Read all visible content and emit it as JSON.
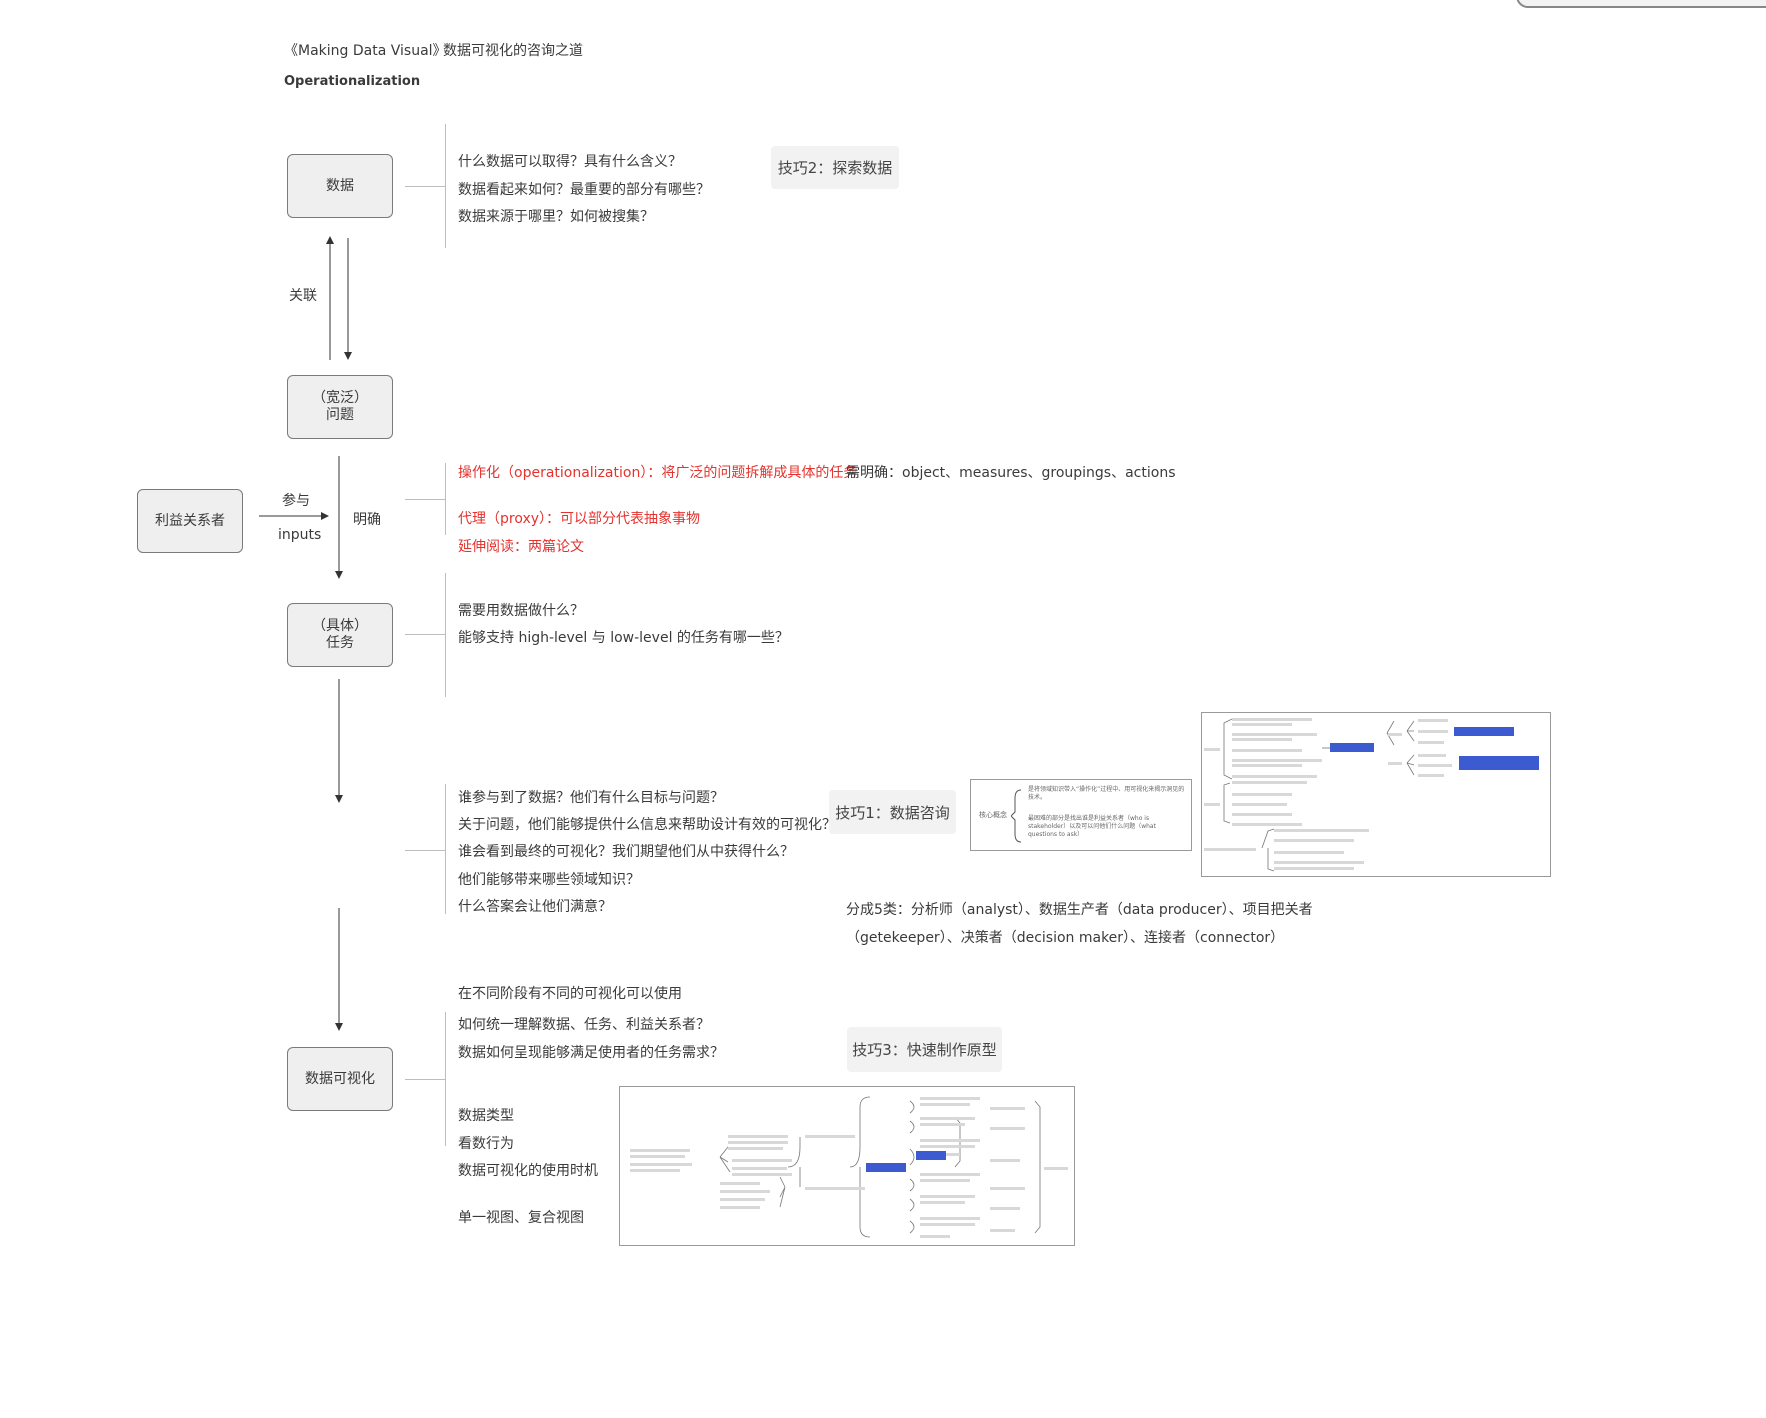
{
  "header": {
    "book_title": "《Making Data Visual》",
    "book_subtitle": "数据可视化的咨询之道",
    "section": "Operationalization"
  },
  "nodes": {
    "data": "数据",
    "broad_question_line1": "（宽泛）",
    "broad_question_line2": "问题",
    "stakeholder": "利益关系者",
    "concrete_task_line1": "（具体）",
    "concrete_task_line2": "任务",
    "visualization": "数据可视化"
  },
  "edge_labels": {
    "relate": "关联",
    "participate": "参与",
    "inputs": "inputs",
    "clarify": "明确"
  },
  "data_questions": [
    "什么数据可以取得？具有什么含义？",
    "数据看起来如何？最重要的部分有哪些？",
    "数据来源于哪里？如何被搜集？"
  ],
  "operationalization": {
    "definition": "操作化（operationalization）：将广泛的问题拆解成具体的任务",
    "needs": "需明确：object、measures、groupings、actions",
    "proxy": "代理（proxy）：可以部分代表抽象事物",
    "reading": "延伸阅读：两篇论文"
  },
  "task_questions": [
    "需要用数据做什么？",
    "能够支持 high-level 与 low-level 的任务有哪一些？"
  ],
  "stakeholder_questions": [
    "谁参与到了数据？他们有什么目标与问题？",
    "关于问题，他们能够提供什么信息来帮助设计有效的可视化？",
    "谁会看到最终的可视化？我们期望他们从中获得什么？",
    "他们能够带来哪些领域知识？",
    "什么答案会让他们满意？"
  ],
  "roles": {
    "line1": "分成5类：分析师（analyst）、数据生产者（data producer）、项目把关者",
    "line2": "（getekeeper）、决策者（decision maker）、连接者（connector）"
  },
  "vis_questions": [
    "在不同阶段有不同的可视化可以使用",
    "如何统一理解数据、任务、利益关系者？",
    "数据如何呈现能够满足使用者的任务需求？"
  ],
  "vis_topics": [
    "数据类型",
    "看数行为",
    "数据可视化的使用时机"
  ],
  "vis_views": "单一视图、复合视图",
  "tips": {
    "tip2": "技巧2：探索数据",
    "tip1": "技巧1：数据咨询",
    "tip3": "技巧3：快速制作原型"
  },
  "core_concept": {
    "label": "核心概念",
    "text1": "是将领域知识带入“操作化”过程中、用可视化来揭示洞见的技术。",
    "text2": "最困难的部分是找出谁是利益关系者（who is stakeholder）以及可以问他们什么问题（what questions to ask）"
  }
}
